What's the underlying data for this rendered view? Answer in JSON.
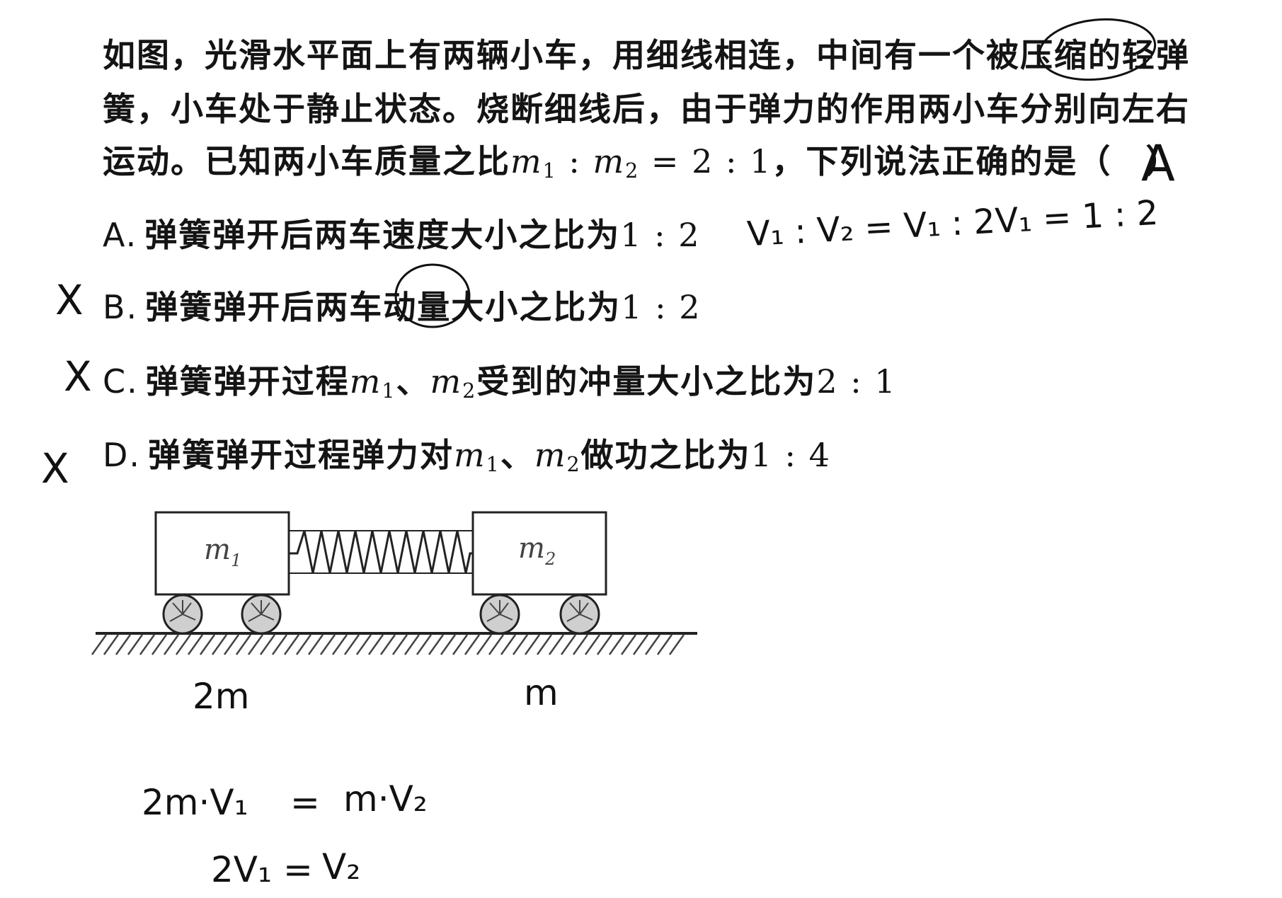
{
  "question": {
    "line1": "如图，光滑水平面上有两辆小车，用细线相连，中间有一个被压缩的轻弹",
    "line2": "簧，小车处于静止状态。烧断细线后，由于弹力的作用两小车分别向左右",
    "line3_text": "运动。已知两小车质量之比",
    "line3_math_m": "m",
    "line3_math_sub1": "1",
    "line3_math_colon": " : ",
    "line3_math_sub2": "2",
    "line3_math_eq": " = 2 : 1",
    "line3_tail": "，下列说法正确的是（",
    "line3_close": "）"
  },
  "options": [
    {
      "letter": "A.",
      "text": "弹簧弹开后两车速度大小之比为",
      "value": "1 : 2"
    },
    {
      "letter": "B.",
      "text_before": "弹簧弹开后两车",
      "text_circled": "动量",
      "text_after": "大小之比为",
      "value": "1 : 2"
    },
    {
      "letter": "C.",
      "text_before": "弹簧弹开过程",
      "m": "m",
      "sub1": "1",
      "sep": "、",
      "sub2": "2",
      "text_after": "受到的冲量大小之比为",
      "value": "2 : 1"
    },
    {
      "letter": "D.",
      "text_before": "弹簧弹开过程弹力对",
      "m": "m",
      "sub1": "1",
      "sep": "、",
      "sub2": "2",
      "text_after": "做功之比为",
      "value": "1 : 4"
    }
  ],
  "figure": {
    "cart1_label": "m",
    "cart1_sub": "1",
    "cart2_label": "m",
    "cart2_sub": "2"
  },
  "handwriting": {
    "answer": "A",
    "option_a_note": "V₁ : V₂ = V₁ : 2V₁ = 1 : 2",
    "mark_b": "X",
    "mark_c": "X",
    "mark_d": "X",
    "mass_left": "2m",
    "mass_right": "m",
    "eq1_left": "2m·V₁",
    "eq1_eq": "=",
    "eq1_right": "m·V₂",
    "eq2_left": "2V₁",
    "eq2_eq": "=",
    "eq2_right": "V₂"
  }
}
